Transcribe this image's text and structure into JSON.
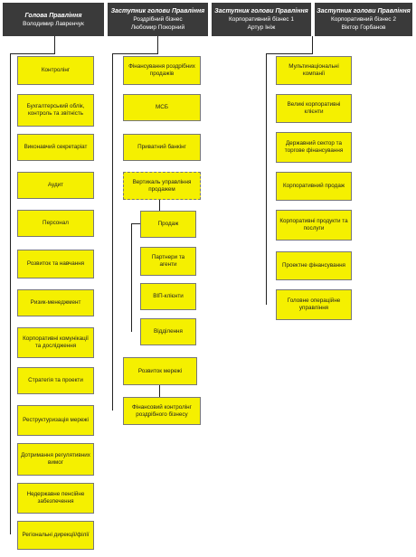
{
  "headers": [
    {
      "title": "Голова Правління",
      "sub1": "Володимир Лавренчук",
      "sub2": ""
    },
    {
      "title": "Заступник голови Правління",
      "sub1": "Роздрібний бізнес",
      "sub2": "Любомир Покорний"
    },
    {
      "title": "Заступник голови Правління",
      "sub1": "Корпоративний бізнес 1",
      "sub2": "Артур Ініж"
    },
    {
      "title": "Заступник голови Правління",
      "sub1": "Корпоративний бізнес 2",
      "sub2": "Віктор Горбанов"
    }
  ],
  "col1": [
    "Контролінг",
    "Бухгалтерський облік, контроль та звітність",
    "Виконавчий секретаріат",
    "Аудит",
    "Персонал",
    "Розвиток та навчання",
    "Ризик-менеджмент",
    "Корпоративні комунікації та дослідження",
    "Стратегія та проекти",
    "Реструктуризація мережі",
    "Дотримання регулятивних вимог",
    "Недержавне пенсійне забезпечення",
    "Регіональні дирекції/філії"
  ],
  "col2_top": [
    "Фінансування роздрібних продажів",
    "МСБ",
    "Приватний банкінг"
  ],
  "col2_vertical": "Вертикаль управління продажем",
  "col2_sub": [
    "Продаж",
    "Партнери та агенти",
    "ВІП-клієнти",
    "Відділення"
  ],
  "col2_bottom": [
    "Розвиток мережі",
    "Фінансовий контролінг роздрібного бізнесу"
  ],
  "col3": [
    "Мультинаціональні компанії",
    "Великі корпоративні клієнти",
    "Державний сектор та торгове фінансування",
    "Корпоративний продаж",
    "Корпоративні продукти та послуги",
    "Проектне фінансування",
    "Головне операційне управління"
  ]
}
